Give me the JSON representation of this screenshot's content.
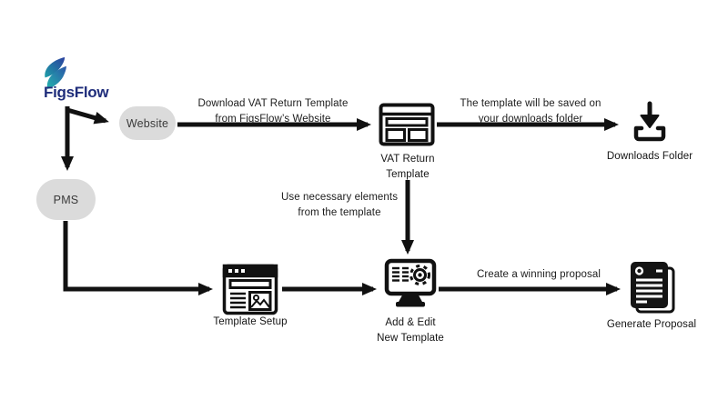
{
  "diagram_title": "FigsFlow VAT Return Template workflow",
  "logo": {
    "brand": "FigsFlow",
    "icon": "figsflow-leaf-logo",
    "text_color": "#1f2d7b",
    "teal": "#1d9fa8",
    "blue": "#2b3f9e"
  },
  "nodes": {
    "website": {
      "label": "Website"
    },
    "pms": {
      "label": "PMS"
    }
  },
  "edge_labels": {
    "download_template": "Download VAT Return Template\nfrom FigsFlow’s Website",
    "saved_downloads": "The template will be saved on\nyour downloads folder",
    "use_elements": "Use necessary elements\nfrom the template",
    "winning_proposal": "Create a winning proposal"
  },
  "steps": {
    "vat_return_template": {
      "caption": "VAT Return\nTemplate",
      "icon": "browser-window-icon"
    },
    "downloads_folder": {
      "caption": "Downloads Folder",
      "icon": "download-icon"
    },
    "template_setup": {
      "caption": "Template Setup",
      "icon": "webpage-layout-icon"
    },
    "add_edit_template": {
      "caption": "Add & Edit\nNew Template",
      "icon": "monitor-gear-icon"
    },
    "generate_proposal": {
      "caption": "Generate Proposal",
      "icon": "document-icon"
    }
  },
  "colors": {
    "line": "#111111",
    "pill_background": "#dbdbdb",
    "pill_text": "#3a3a3a",
    "label_text": "#1c1c1c",
    "background": "#ffffff"
  }
}
